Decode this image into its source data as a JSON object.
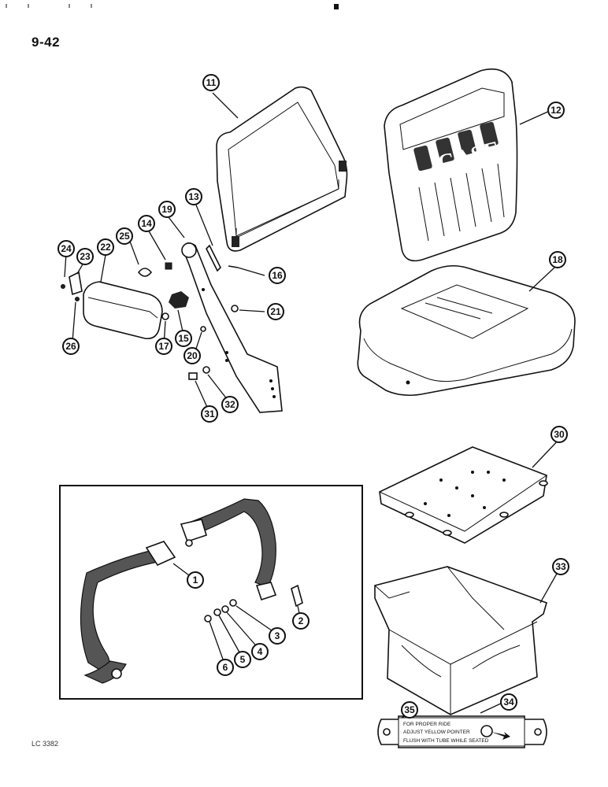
{
  "page": {
    "number": "9-42",
    "footer_code": "LC 3382"
  },
  "callouts": [
    {
      "id": "c1",
      "label": "1"
    },
    {
      "id": "c2",
      "label": "2"
    },
    {
      "id": "c3",
      "label": "3"
    },
    {
      "id": "c4",
      "label": "4"
    },
    {
      "id": "c5",
      "label": "5"
    },
    {
      "id": "c6",
      "label": "6"
    },
    {
      "id": "c11",
      "label": "11"
    },
    {
      "id": "c12",
      "label": "12"
    },
    {
      "id": "c13",
      "label": "13"
    },
    {
      "id": "c14",
      "label": "14"
    },
    {
      "id": "c15",
      "label": "15"
    },
    {
      "id": "c16",
      "label": "16"
    },
    {
      "id": "c17",
      "label": "17"
    },
    {
      "id": "c18",
      "label": "18"
    },
    {
      "id": "c19",
      "label": "19"
    },
    {
      "id": "c20",
      "label": "20"
    },
    {
      "id": "c21",
      "label": "21"
    },
    {
      "id": "c22",
      "label": "22"
    },
    {
      "id": "c23",
      "label": "23"
    },
    {
      "id": "c24",
      "label": "24"
    },
    {
      "id": "c25",
      "label": "25"
    },
    {
      "id": "c26",
      "label": "26"
    },
    {
      "id": "c30",
      "label": "30"
    },
    {
      "id": "c31",
      "label": "31"
    },
    {
      "id": "c32",
      "label": "32"
    },
    {
      "id": "c33",
      "label": "33"
    },
    {
      "id": "c34",
      "label": "34"
    },
    {
      "id": "c35",
      "label": "35"
    }
  ],
  "decal": {
    "line1": "FOR PROPER RIDE",
    "line2": "ADJUST YELLOW POINTER",
    "line3": "FLUSH WITH TUBE WHILE SEATED"
  },
  "backrest_lettering": "CASE"
}
